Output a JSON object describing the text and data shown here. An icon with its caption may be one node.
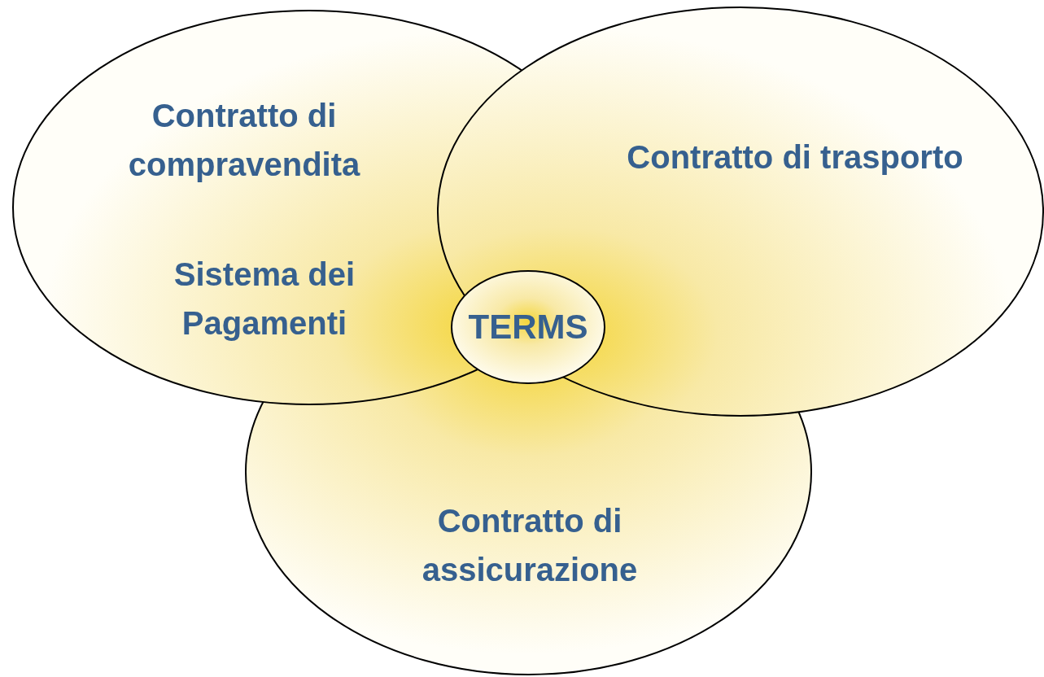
{
  "diagram": {
    "nodes": [
      {
        "text": [
          "Contratto di compravendita",
          "Sistema dei Pagamenti"
        ]
      },
      {
        "text": [
          "Contratto di trasporto"
        ]
      },
      {
        "text": [
          "Contratto di assicurazione"
        ]
      },
      {
        "text": [
          "TERMS"
        ]
      }
    ]
  }
}
